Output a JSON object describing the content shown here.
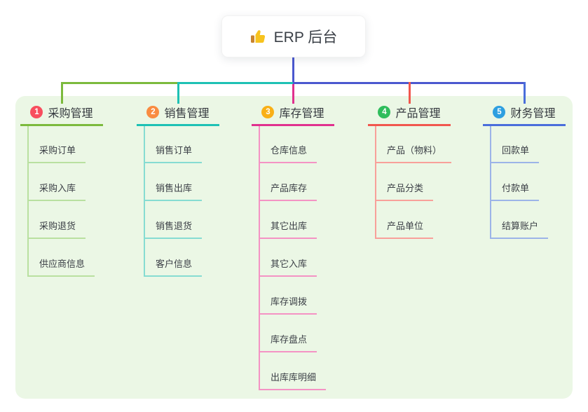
{
  "root": {
    "title": "ERP 后台",
    "icon": "thumbs-up-icon",
    "connector_color": "#4b58cf"
  },
  "panel": {
    "background": "#ebf7e5"
  },
  "branches": [
    {
      "badge": "1",
      "badge_color": "#f84e5e",
      "title": "采购管理",
      "line_color": "#7cba3d",
      "child_line_color": "#b9e0a0",
      "children": [
        "采购订单",
        "采购入库",
        "采购退货",
        "供应商信息"
      ]
    },
    {
      "badge": "2",
      "badge_color": "#f98c41",
      "title": "销售管理",
      "line_color": "#1ec1b4",
      "child_line_color": "#86dcd2",
      "children": [
        "销售订单",
        "销售出库",
        "销售退货",
        "客户信息"
      ]
    },
    {
      "badge": "3",
      "badge_color": "#f9b016",
      "title": "库存管理",
      "line_color": "#e0318e",
      "child_line_color": "#f493c4",
      "children": [
        "仓库信息",
        "产品库存",
        "其它出库",
        "其它入库",
        "库存调拨",
        "库存盘点",
        "出库库明细"
      ]
    },
    {
      "badge": "4",
      "badge_color": "#2fbd5c",
      "title": "产品管理",
      "line_color": "#f1574e",
      "child_line_color": "#f8a09a",
      "children": [
        "产品（物料）",
        "产品分类",
        "产品单位"
      ]
    },
    {
      "badge": "5",
      "badge_color": "#2d9fe0",
      "title": "财务管理",
      "line_color": "#4a6edb",
      "child_line_color": "#9cb4e8",
      "children": [
        "回款单",
        "付款单",
        "结算账户"
      ]
    }
  ]
}
